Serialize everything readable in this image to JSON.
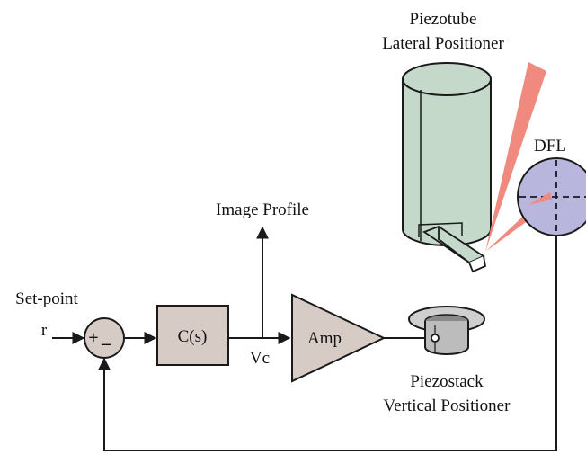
{
  "labels": {
    "piezotube": [
      "Piezotube",
      "Lateral Positioner"
    ],
    "dfl": "DFL",
    "image_profile": "Image Profile",
    "set_point": "Set-point",
    "r": "r",
    "controller": "C(s)",
    "vc": "Vc",
    "amp": "Amp",
    "piezostack": [
      "Piezostack",
      "Vertical Positioner"
    ],
    "sum_plus": "+",
    "sum_minus": "–"
  },
  "colors": {
    "line": "#1a1a1a",
    "piezotube_fill": "#c5d9cb",
    "block_fill": "#d7cbc6",
    "laser": "#f08a7f",
    "dfl_fill": "#b9b6de",
    "stack_top": "#cfcfcf",
    "stack_body": "#bcbcbc"
  }
}
